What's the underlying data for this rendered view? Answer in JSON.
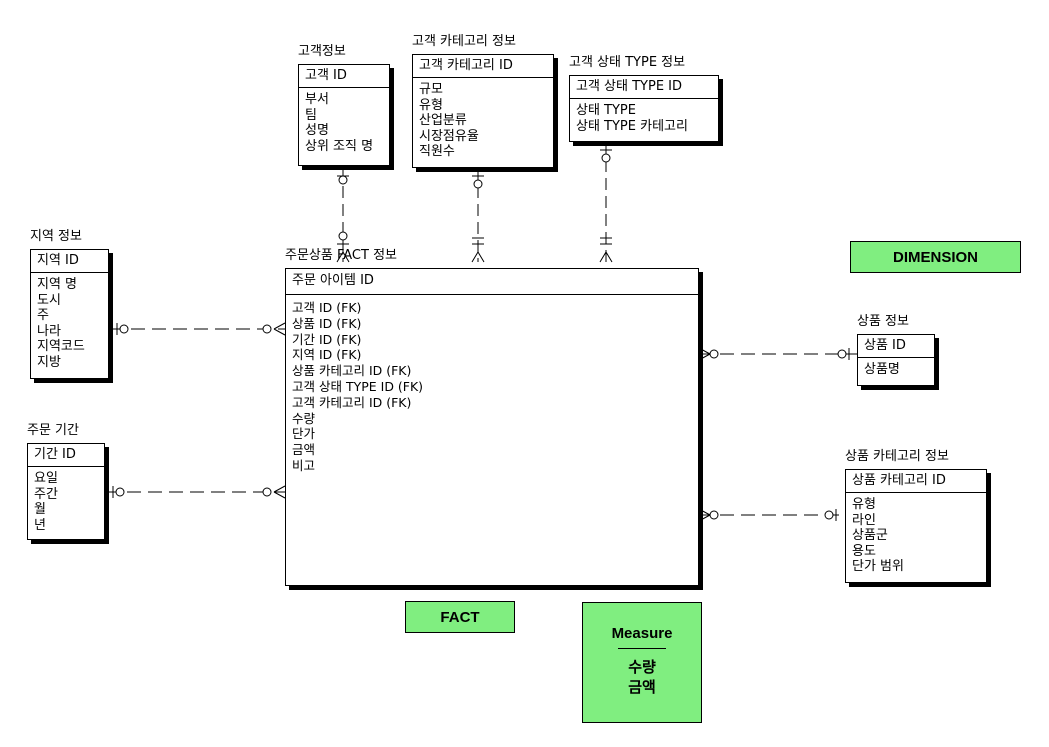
{
  "entities": {
    "customer": {
      "title": "고객정보",
      "key": "고객 ID",
      "attrs": [
        "부서",
        "팀",
        "성명",
        "상위 조직 명"
      ]
    },
    "customer_category": {
      "title": "고객 카테고리 정보",
      "key": "고객 카테고리 ID",
      "attrs": [
        "규모",
        "유형",
        "산업분류",
        "시장점유율",
        "직원수"
      ]
    },
    "customer_status": {
      "title": "고객 상태 TYPE 정보",
      "key": "고객 상태 TYPE ID",
      "attrs": [
        "상태 TYPE",
        "상태 TYPE 카테고리"
      ]
    },
    "region": {
      "title": "지역 정보",
      "key": "지역 ID",
      "attrs": [
        "지역 명",
        "도시",
        "주",
        "나라",
        "지역코드",
        "지방"
      ]
    },
    "period": {
      "title": "주문 기간",
      "key": "기간 ID",
      "attrs": [
        "요일",
        "주간",
        "월",
        "년"
      ]
    },
    "fact": {
      "title": "주문상품 FACT 정보",
      "key": "주문 아이템 ID",
      "attrs": [
        "고객 ID (FK)",
        "상품 ID (FK)",
        "기간 ID (FK)",
        "지역 ID (FK)",
        "상품 카테고리 ID (FK)",
        "고객 상태 TYPE ID (FK)",
        "고객 카테고리 ID (FK)",
        "수량",
        "단가",
        "금액",
        "비고"
      ]
    },
    "product": {
      "title": "상품 정보",
      "key": "상품 ID",
      "attrs": [
        "상품명"
      ]
    },
    "product_category": {
      "title": "상품 카테고리 정보",
      "key": "상품 카테고리 ID",
      "attrs": [
        "유형",
        "라인",
        "상품군",
        "용도",
        "단가 범위"
      ]
    }
  },
  "legend": {
    "dimension": "DIMENSION",
    "fact": "FACT",
    "measure": {
      "title": "Measure",
      "items": [
        "수량",
        "금액"
      ]
    }
  },
  "colors": {
    "legend_fill": "#80ee80",
    "line": "#000000"
  }
}
